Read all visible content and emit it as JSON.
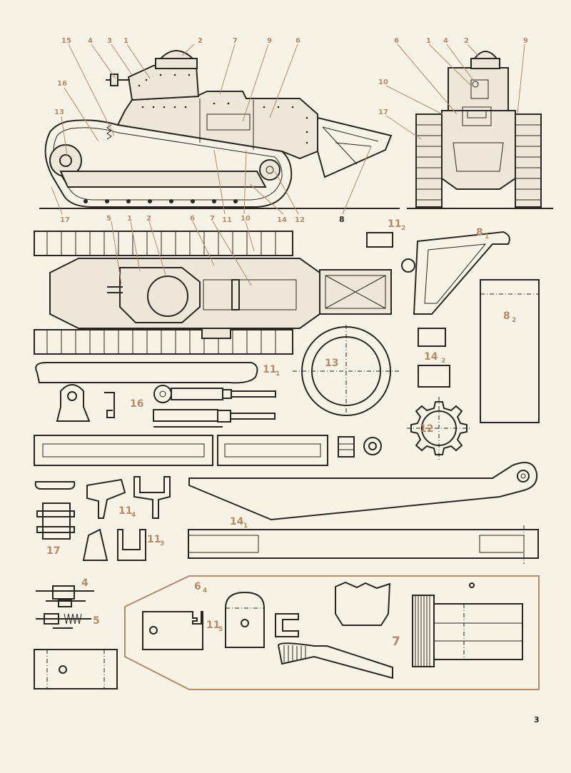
{
  "page_number": "3",
  "side_view": {
    "labels": [
      "15",
      "4",
      "3",
      "1",
      "2",
      "7",
      "9",
      "6",
      "16",
      "13",
      "17",
      "11",
      "14",
      "12",
      "8"
    ]
  },
  "front_view": {
    "labels": [
      "6",
      "1",
      "4",
      "2",
      "9",
      "10",
      "17"
    ]
  },
  "top_view": {
    "labels": [
      "5",
      "1",
      "2",
      "6",
      "7",
      "10"
    ]
  },
  "parts": {
    "p11_2": {
      "main": "11",
      "sub": "2"
    },
    "p8_1": {
      "main": "8",
      "sub": "1"
    },
    "p8_2": {
      "main": "8",
      "sub": "2"
    },
    "p14_2": {
      "main": "14",
      "sub": "2"
    },
    "p11_1": {
      "main": "11",
      "sub": "1"
    },
    "p13": {
      "main": "13"
    },
    "p16": {
      "main": "16"
    },
    "p12": {
      "main": "12"
    },
    "p11_4": {
      "main": "11",
      "sub": "4"
    },
    "p11_3": {
      "main": "11",
      "sub": "3"
    },
    "p14_1": {
      "main": "14",
      "sub": "1"
    },
    "p17": {
      "main": "17"
    },
    "p4": {
      "main": "4"
    },
    "p5": {
      "main": "5"
    },
    "p6_4": {
      "main": "6",
      "sub": "4"
    },
    "p11_5": {
      "main": "11",
      "sub": "5"
    },
    "p7": {
      "main": "7"
    }
  }
}
